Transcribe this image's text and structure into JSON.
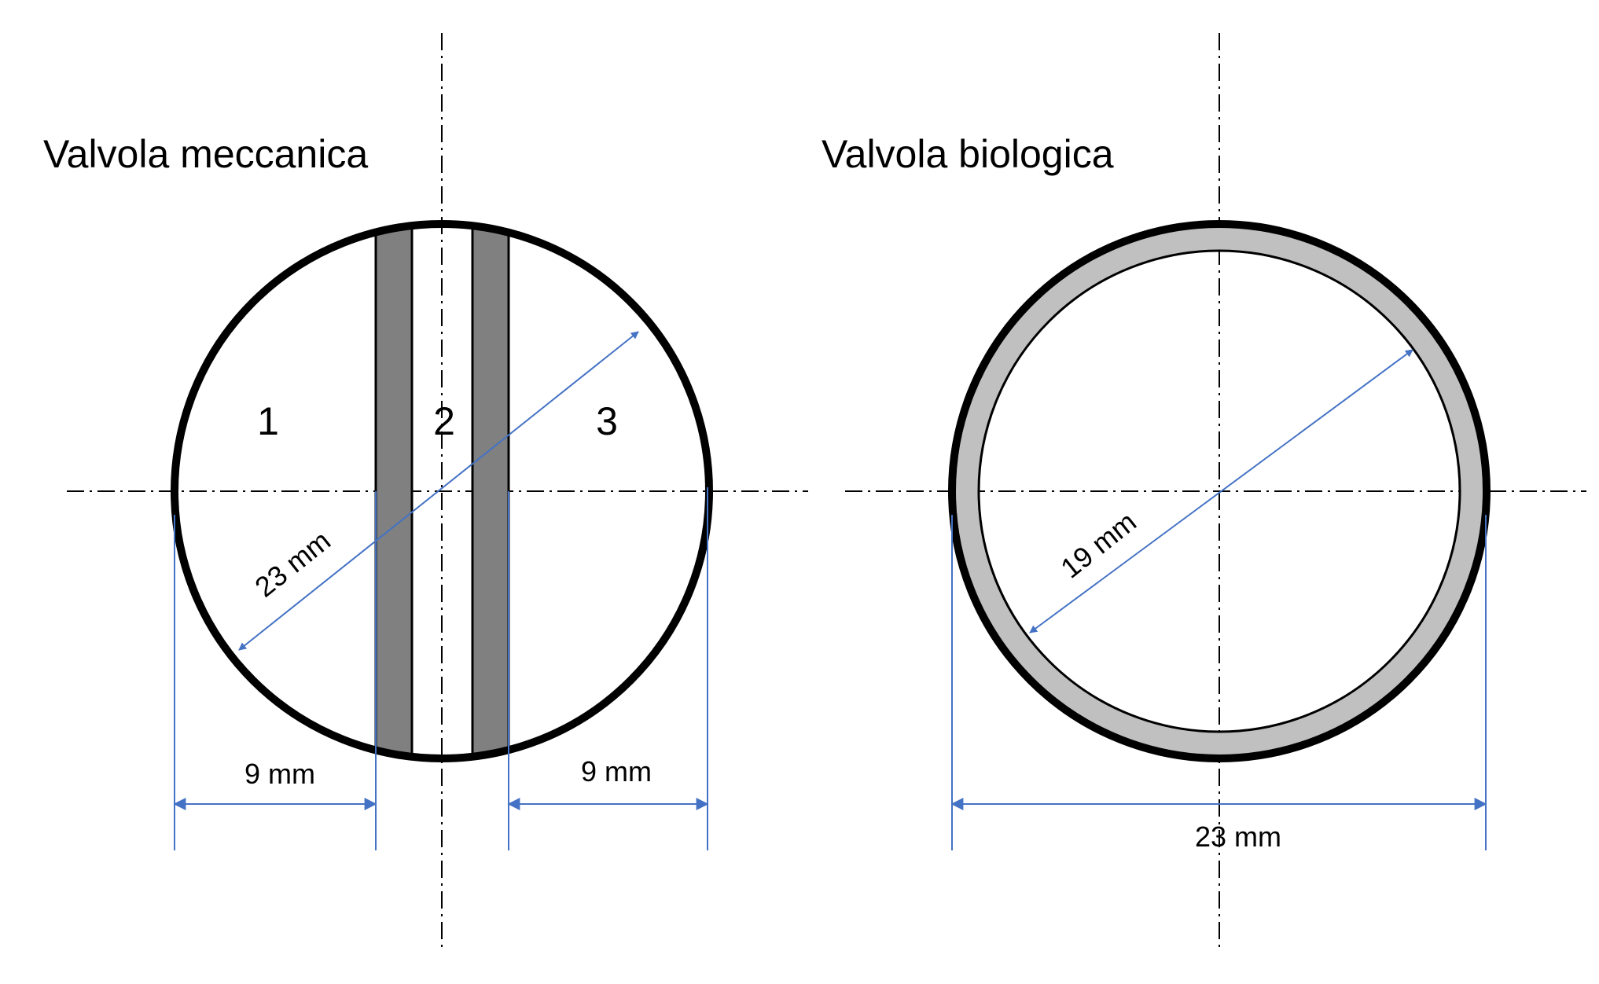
{
  "colors": {
    "outline": "#000000",
    "leaflet": "#808080",
    "sewing_ring": "#c0c0c0",
    "dimension": "#4472c4",
    "centerline": "#000000",
    "background": "#ffffff"
  },
  "mechanical": {
    "title": "Valvola meccanica",
    "regions": [
      "1",
      "2",
      "3"
    ],
    "diameter_label": "23 mm",
    "left_width_label": "9 mm",
    "right_width_label": "9 mm"
  },
  "biological": {
    "title": "Valvola biologica",
    "inner_diameter_label": "19 mm",
    "outer_diameter_label": "23 mm"
  }
}
